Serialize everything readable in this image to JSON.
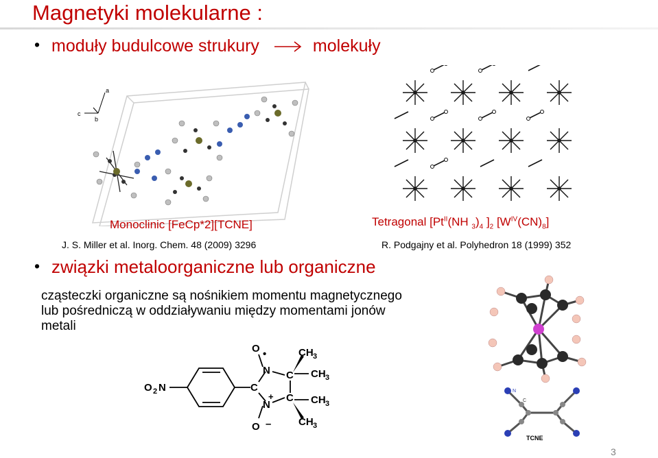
{
  "slide": {
    "title": "Magnetyki molekularne :",
    "bullet1": {
      "left": "moduły budulcowe strukury",
      "right": "molekuły"
    },
    "caption_left": "Monoclinic [FeCp*2][TCNE]",
    "caption_right": {
      "a": "Tetragonal   [Pt",
      "b": "II",
      "c": "(NH ",
      "d": "3",
      "e": ")",
      "f": "4",
      "g": " ]",
      "h": "2",
      "i": " [W",
      "j": "IV",
      "k": "(CN)",
      "l": "8",
      "m": "]"
    },
    "ref_left": "J. S. Miller et al. Inorg. Chem. 48 (2009) 3296",
    "ref_right": "R. Podgajny et al. Polyhedron 18 (1999) 352",
    "bullet2": "związki metaloorganiczne lub organiczne",
    "body_lines": [
      "cząsteczki organiczne są nośnikiem momentu magnetycznego",
      "lub pośredniczą w oddziaływaniu między momentami jonów",
      "metali"
    ],
    "page_number": "3"
  },
  "crystal_axes": {
    "a": "a",
    "b": "b",
    "c": "c"
  },
  "molecule": {
    "o2n": "O",
    "o2n_sub": "2",
    "o2n_n": "N",
    "o_top": "O",
    "radical_dot": "•",
    "n_top": "N",
    "c_ring": "C",
    "c_top": "C",
    "c_bot": "C",
    "n_bot": "N",
    "plus": "+",
    "o_bot": "O",
    "minus": "–",
    "ch3_a": "CH",
    "ch3_a_sub": "3",
    "ch3_b": "CH",
    "ch3_b_sub": "3",
    "ch3_c": "CH",
    "ch3_c_sub": "3",
    "ch3_d": "CH",
    "ch3_d_sub": "3"
  },
  "tcne": {
    "label": "TCNE",
    "n": "N",
    "c": "C"
  },
  "colors": {
    "accent": "#c00000",
    "fe": "#6b6b2a",
    "n_blue": "#3a5db0",
    "pt_magenta": "#d040d0"
  }
}
